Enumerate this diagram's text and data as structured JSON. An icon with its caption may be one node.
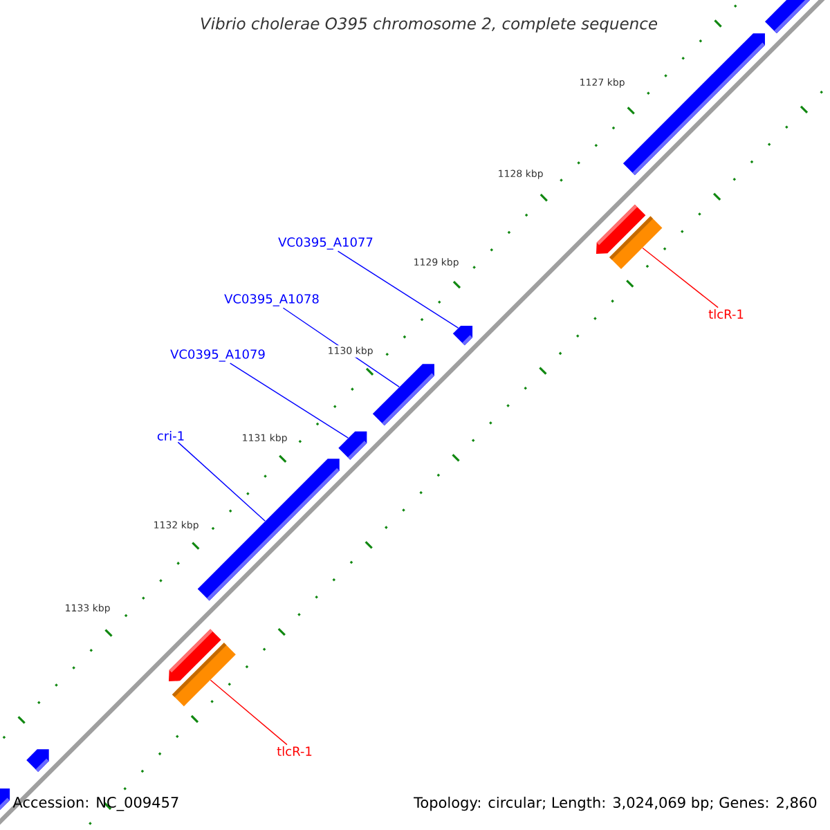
{
  "diagram": {
    "title": "Vibrio cholerae O395 chromosome 2, complete sequence",
    "nodes": [
      {
        "text": [
          "VC0395_A1077"
        ]
      },
      {
        "text": [
          "VC0395_A1078"
        ]
      },
      {
        "text": [
          "VC0395_A1079"
        ]
      },
      {
        "text": [
          "cri-1"
        ]
      },
      {
        "text": [
          "tlcR-1"
        ]
      },
      {
        "text": [
          "tlcR-1"
        ]
      },
      {
        "text": [],
        "shape": "bar"
      },
      {
        "text": [],
        "shape": "bar"
      },
      {
        "text": [],
        "shape": "bar"
      },
      {
        "text": [],
        "shape": "bar"
      },
      {
        "text": [],
        "shape": "bar"
      },
      {
        "text": [],
        "shape": "bar"
      },
      {
        "text": [],
        "shape": "bar"
      },
      {
        "text": [],
        "shape": "bar"
      },
      {
        "text": [],
        "shape": "bar"
      },
      {
        "text": [],
        "shape": "bar"
      },
      {
        "text": [],
        "shape": "bar"
      },
      {
        "text": [],
        "shape": "bar"
      }
    ],
    "edges": [
      {
        "from": 0,
        "to": 6,
        "arrow": "none"
      },
      {
        "from": 1,
        "to": 7,
        "arrow": "none"
      },
      {
        "from": 2,
        "to": 8,
        "arrow": "none"
      },
      {
        "from": 3,
        "to": 9,
        "arrow": "none"
      },
      {
        "from": 4,
        "to": 10,
        "arrow": "none",
        "color": "#ff0000"
      },
      {
        "from": 5,
        "to": 11,
        "arrow": "none",
        "color": "#ff0000"
      }
    ],
    "labels": [
      "1127 kbp",
      "1128 kbp",
      "1129 kbp",
      "1130 kbp",
      "1131 kbp",
      "1132 kbp",
      "1133 kbp",
      "Accession: NC_009457",
      "Topology: circular; Length: 3,024,069 bp; Genes: 2,860"
    ]
  }
}
